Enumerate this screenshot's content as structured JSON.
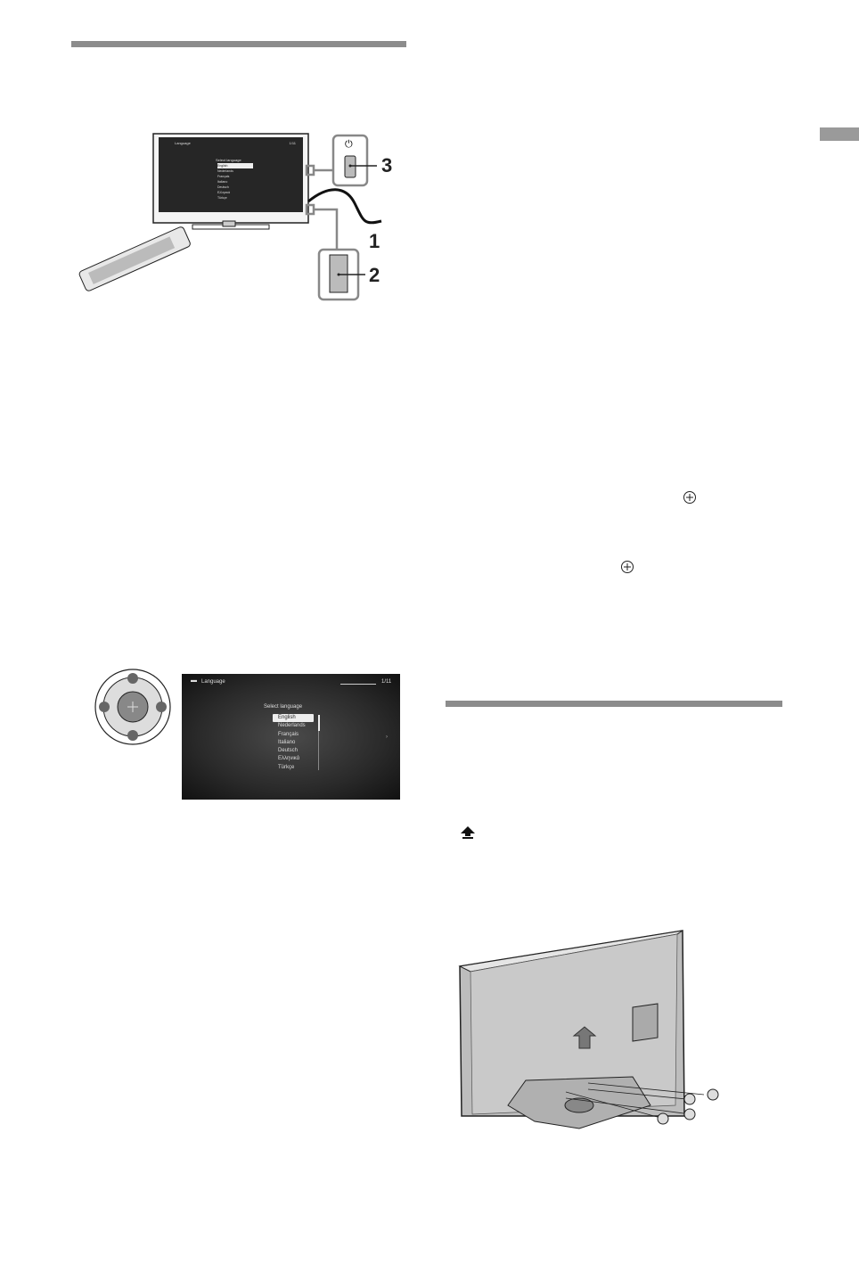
{
  "setup_figure": {
    "callouts": [
      "1",
      "2",
      "3"
    ],
    "screen": {
      "title": "Language",
      "page_indicator": "1/11",
      "prompt": "Select language",
      "languages": [
        "English",
        "Nederlands",
        "Français",
        "Italiano",
        "Deutsch",
        "Ελληνικά",
        "Türkçe"
      ],
      "selected": "English"
    }
  },
  "icons": {
    "power": "power-icon",
    "enter": "enter-circle-icon",
    "up_arrow": "up-arrow-icon",
    "dpad": "dpad-icon"
  },
  "colors": {
    "rule": "#8c8c8c",
    "tab": "#9a9a9a"
  }
}
